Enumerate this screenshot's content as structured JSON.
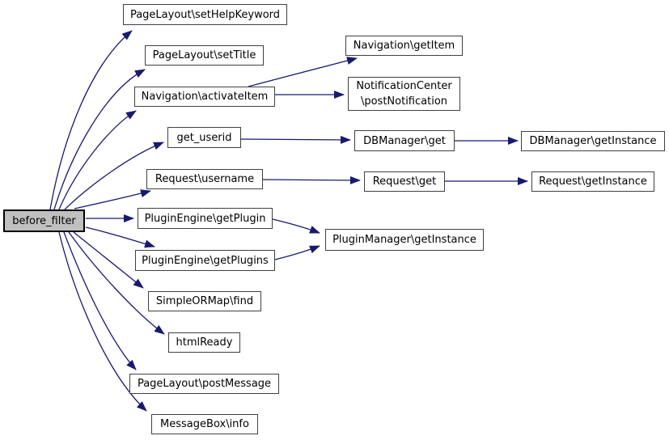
{
  "diagram": {
    "type": "call-graph",
    "colors": {
      "edge": "#191970",
      "node_fill": "#ffffff",
      "node_border": "#404040",
      "root_fill": "#c0c0c0",
      "root_border": "#000000",
      "text": "#000000",
      "background": "#ffffff"
    },
    "nodes": {
      "before_filter": {
        "label": "before_filter"
      },
      "set_help_keyword": {
        "label": "PageLayout\\setHelpKeyword"
      },
      "set_title": {
        "label": "PageLayout\\setTitle"
      },
      "activate_item": {
        "label": "Navigation\\activateItem"
      },
      "get_item": {
        "label": "Navigation\\getItem"
      },
      "post_notification": {
        "label": "NotificationCenter\n\\postNotification"
      },
      "get_userid": {
        "label": "get_userid"
      },
      "dbmanager_get": {
        "label": "DBManager\\get"
      },
      "dbmanager_get_instance": {
        "label": "DBManager\\getInstance"
      },
      "request_username": {
        "label": "Request\\username"
      },
      "request_get": {
        "label": "Request\\get"
      },
      "request_get_instance": {
        "label": "Request\\getInstance"
      },
      "plugin_engine_get_plugin": {
        "label": "PluginEngine\\getPlugin"
      },
      "plugin_engine_get_plugins": {
        "label": "PluginEngine\\getPlugins"
      },
      "plugin_manager_get_instance": {
        "label": "PluginManager\\getInstance"
      },
      "simple_ormap_find": {
        "label": "SimpleORMap\\find"
      },
      "html_ready": {
        "label": "htmlReady"
      },
      "post_message": {
        "label": "PageLayout\\postMessage"
      },
      "message_box_info": {
        "label": "MessageBox\\info"
      }
    },
    "edges": [
      {
        "from": "before_filter",
        "to": "set_help_keyword"
      },
      {
        "from": "before_filter",
        "to": "set_title"
      },
      {
        "from": "before_filter",
        "to": "activate_item"
      },
      {
        "from": "before_filter",
        "to": "get_userid"
      },
      {
        "from": "before_filter",
        "to": "request_username"
      },
      {
        "from": "before_filter",
        "to": "plugin_engine_get_plugin"
      },
      {
        "from": "before_filter",
        "to": "plugin_engine_get_plugins"
      },
      {
        "from": "before_filter",
        "to": "simple_ormap_find"
      },
      {
        "from": "before_filter",
        "to": "html_ready"
      },
      {
        "from": "before_filter",
        "to": "post_message"
      },
      {
        "from": "before_filter",
        "to": "message_box_info"
      },
      {
        "from": "activate_item",
        "to": "get_item"
      },
      {
        "from": "activate_item",
        "to": "post_notification"
      },
      {
        "from": "get_userid",
        "to": "dbmanager_get"
      },
      {
        "from": "dbmanager_get",
        "to": "dbmanager_get_instance"
      },
      {
        "from": "request_username",
        "to": "request_get"
      },
      {
        "from": "request_get",
        "to": "request_get_instance"
      },
      {
        "from": "plugin_engine_get_plugin",
        "to": "plugin_manager_get_instance"
      },
      {
        "from": "plugin_engine_get_plugins",
        "to": "plugin_manager_get_instance"
      }
    ]
  }
}
